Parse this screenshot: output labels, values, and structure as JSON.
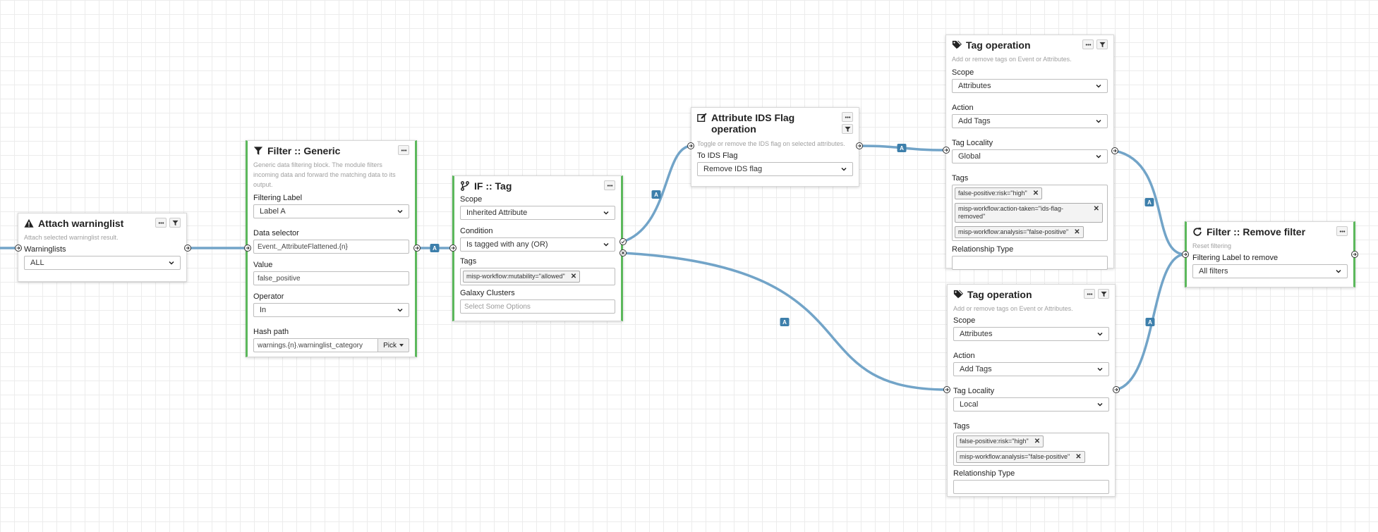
{
  "badge_label": "A",
  "icons": {
    "warning": "warning-icon",
    "filter": "filter-icon",
    "branch": "code-branch-icon",
    "edit": "edit-icon",
    "tags": "tags-icon",
    "refresh": "refresh-icon"
  },
  "accent_colors": {
    "wire": "#72a4c8",
    "badge": "#3d7fab",
    "node_border_active": "#5cb85c"
  },
  "attach_warninglist": {
    "title": "Attach warninglist",
    "description": "Attach selected warninglist result.",
    "warninglists_label": "Warninglists",
    "warninglists_value": "ALL"
  },
  "filter_generic": {
    "title": "Filter :: Generic",
    "description": "Generic data filtering block. The module filters incoming data and forward the matching data to its output.",
    "filtering_label_label": "Filtering Label",
    "filtering_label_value": "Label A",
    "data_selector_label": "Data selector",
    "data_selector_value": "Event._AttributeFlattened.{n}",
    "value_label": "Value",
    "value_value": "false_positive",
    "operator_label": "Operator",
    "operator_value": "In",
    "hash_path_label": "Hash path",
    "hash_path_value": "warnings.{n}.warninglist_category",
    "pick_label": "Pick"
  },
  "if_tag": {
    "title": "IF :: Tag",
    "scope_label": "Scope",
    "scope_value": "Inherited Attribute",
    "condition_label": "Condition",
    "condition_value": "Is tagged with any (OR)",
    "tags_label": "Tags",
    "tags": [
      "misp-workflow:mutability=\"allowed\""
    ],
    "galaxy_label": "Galaxy Clusters",
    "galaxy_placeholder": "Select Some Options"
  },
  "ids_flag": {
    "title": "Attribute IDS Flag operation",
    "description": "Toggle or remove the IDS flag on selected attributes.",
    "to_ids_label": "To IDS Flag",
    "to_ids_value": "Remove IDS flag"
  },
  "tag_op_top": {
    "title": "Tag operation",
    "description": "Add or remove tags on Event or Attributes.",
    "scope_label": "Scope",
    "scope_value": "Attributes",
    "action_label": "Action",
    "action_value": "Add Tags",
    "locality_label": "Tag Locality",
    "locality_value": "Global",
    "tags_label": "Tags",
    "tags": [
      "false-positive:risk=\"high\"",
      "misp-workflow:action-taken=\"ids-flag-removed\"",
      "misp-workflow:analysis=\"false-positive\""
    ],
    "relationship_label": "Relationship Type",
    "relationship_value": ""
  },
  "tag_op_bottom": {
    "title": "Tag operation",
    "description": "Add or remove tags on Event or Attributes.",
    "scope_label": "Scope",
    "scope_value": "Attributes",
    "action_label": "Action",
    "action_value": "Add Tags",
    "locality_label": "Tag Locality",
    "locality_value": "Local",
    "tags_label": "Tags",
    "tags": [
      "false-positive:risk=\"high\"",
      "misp-workflow:analysis=\"false-positive\""
    ],
    "relationship_label": "Relationship Type",
    "relationship_value": ""
  },
  "remove_filter": {
    "title": "Filter :: Remove filter",
    "description": "Reset filtering",
    "label_to_remove_label": "Filtering Label to remove",
    "label_to_remove_value": "All filters"
  }
}
